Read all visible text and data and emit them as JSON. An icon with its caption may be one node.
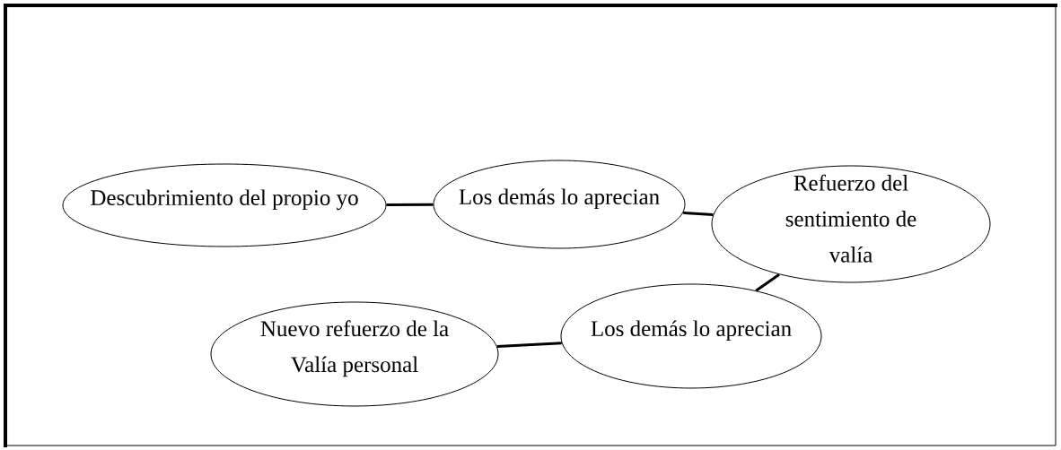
{
  "diagram": {
    "nodes": [
      {
        "text": [
          "Descubrimiento del propio yo"
        ]
      },
      {
        "text": [
          "Los demás lo aprecian"
        ]
      },
      {
        "text": [
          "Refuerzo del sentimiento de valía"
        ]
      },
      {
        "text": [
          "Los demás lo aprecian"
        ]
      },
      {
        "text": [
          "Nuevo refuerzo de la Valía personal"
        ]
      }
    ],
    "edges": [
      {
        "from": 0,
        "to": 1,
        "arrow": "none"
      },
      {
        "from": 1,
        "to": 2,
        "arrow": "none"
      },
      {
        "from": 2,
        "to": 3,
        "arrow": "none"
      },
      {
        "from": 3,
        "to": 4,
        "arrow": "none"
      }
    ]
  }
}
